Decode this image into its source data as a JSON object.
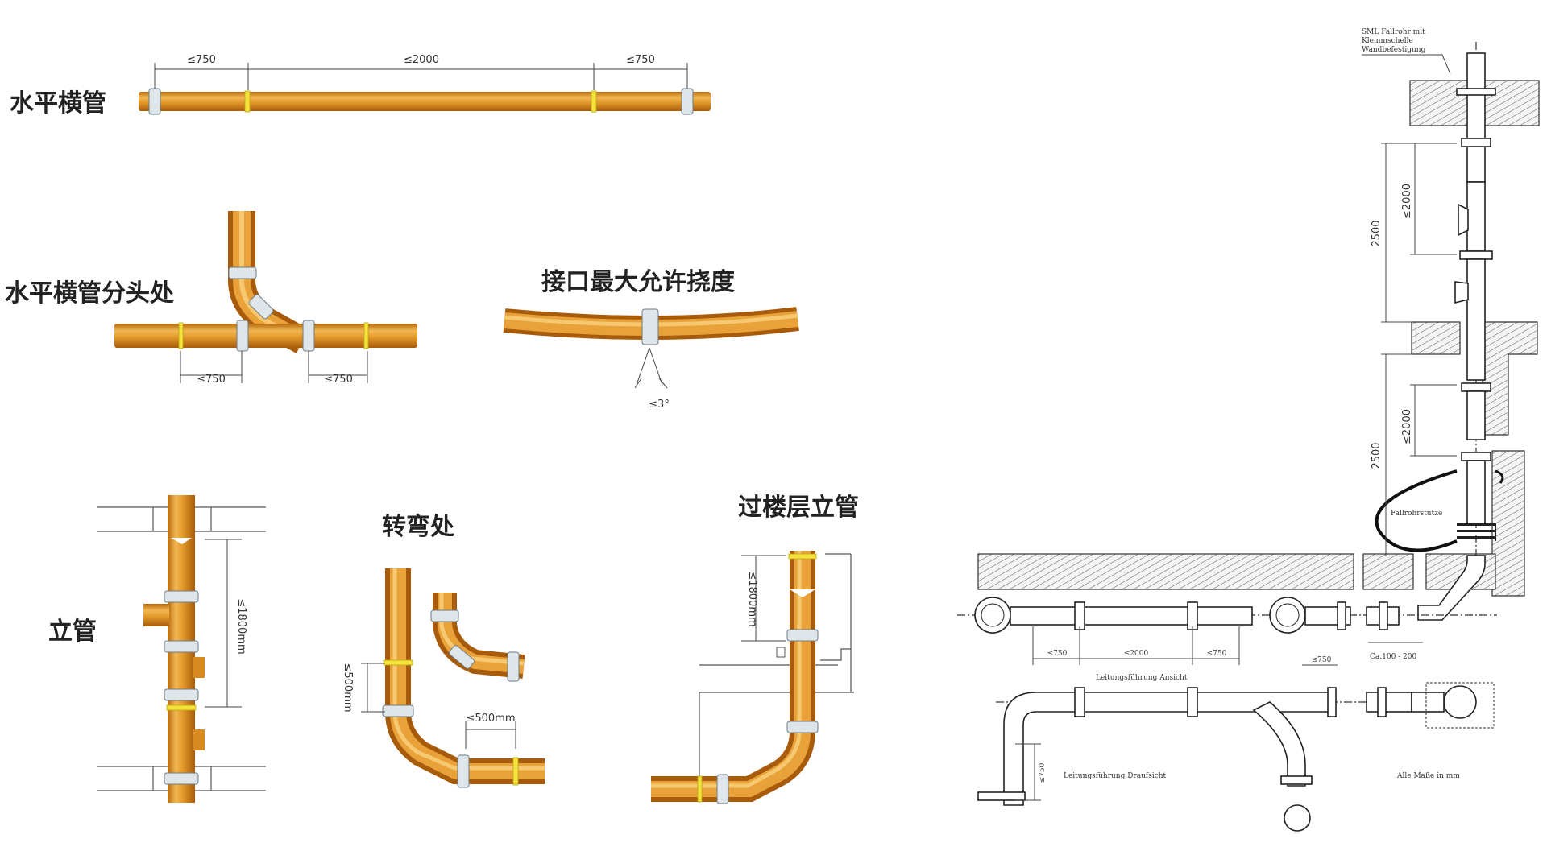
{
  "labels": {
    "horizontal_pipe": "水平横管",
    "branch": "水平横管分头处",
    "joint_deflection": "接口最大允许挠度",
    "vertical_pipe": "立管",
    "bend": "转弯处",
    "floor_riser": "过楼层立管"
  },
  "dimensions": {
    "h_left": "≤750",
    "h_middle": "≤2000",
    "h_right": "≤750",
    "branch_left": "≤750",
    "branch_right": "≤750",
    "deflection_angle": "≤3°",
    "vertical_span": "≤1800mm",
    "bend_vertical": "≤500mm",
    "bend_horizontal": "≤500mm",
    "riser_span": "≤1800mm"
  },
  "drawing": {
    "note_top": [
      "SML Fallrohr mit",
      "Klemmschelle",
      "Wandbefestigung"
    ],
    "dim_2500_a": "2500",
    "dim_2000_a": "≤2000",
    "dim_2500_b": "2500",
    "dim_2000_b": "≤2000",
    "note_fall": "Fallrohrstütze",
    "dim_750_a": "≤750",
    "dim_2000_c": "≤2000",
    "dim_750_b": "≤750",
    "dim_750_c": "≤750",
    "dim_ca": "Ca.100 - 200",
    "view_a": "Leitungsführung Ansicht",
    "view_b": "Leitungsführung Draufsicht",
    "dim_750_vert": "≤750",
    "note_units": "Alle Maße in mm"
  },
  "colors": {
    "pipe_orange": "#d88a1e",
    "pipe_highlight": "#f4c063",
    "clamp_white": "#dfe6ea",
    "clamp_yellow": "#f3e33a"
  }
}
